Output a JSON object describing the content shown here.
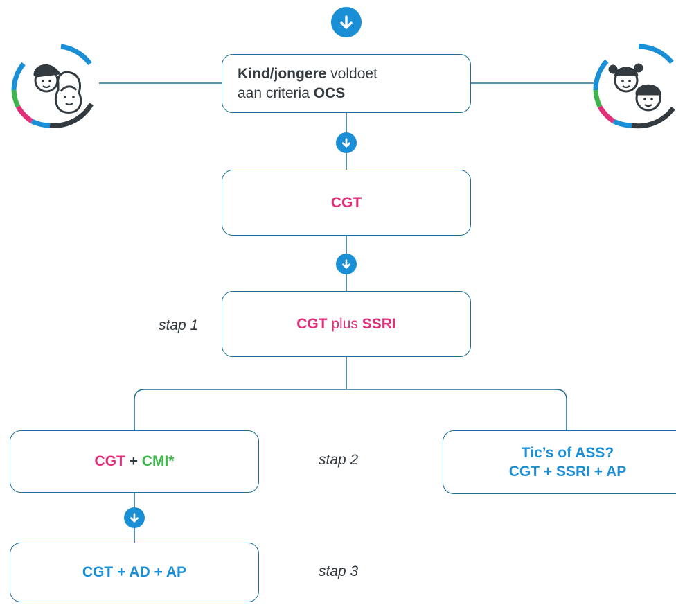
{
  "start": {
    "part1": "Kind/jongere",
    "part2": " voldoet",
    "part3": "aan criteria ",
    "part4": "OCS"
  },
  "node_cgt": {
    "label": "CGT"
  },
  "node_stap1": {
    "a": "CGT",
    "b": " plus ",
    "c": "SSRI"
  },
  "node_cmi": {
    "a": "CGT",
    "b": " + ",
    "c": "CMI*"
  },
  "node_tic": {
    "line1": "Tic’s of ASS?",
    "line2": "CGT + SSRI + AP"
  },
  "node_stap3": {
    "label": "CGT + AD + AP"
  },
  "steps": {
    "stap1": "stap 1",
    "stap2": "stap 2",
    "stap3": "stap 3"
  },
  "icons": [
    "arrow-down-icon",
    "boy-girl-avatar-icon",
    "girl-boy-avatar-icon"
  ],
  "colors": {
    "border": "#1d6e94",
    "accent_blue": "#1a8fd6",
    "accent_pink": "#e0307a",
    "accent_green": "#3db54a",
    "text": "#333a40"
  }
}
